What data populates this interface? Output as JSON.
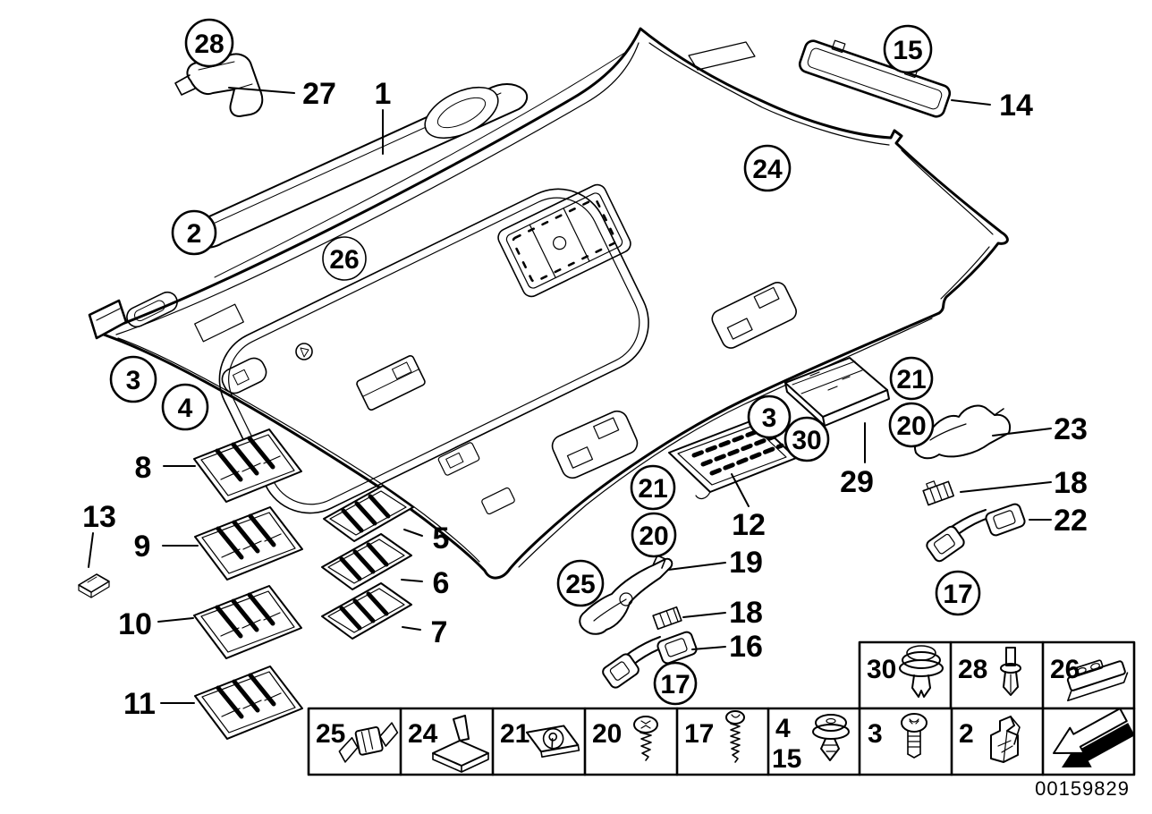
{
  "doc": {
    "kind": "vehicle-parts-exploded-diagram",
    "subject": "headlining / roof trim panel",
    "part_number": "00159829"
  },
  "colors": {
    "line": "#000000",
    "background": "#ffffff"
  },
  "callouts": {
    "circled": [
      {
        "label": "28"
      },
      {
        "label": "15"
      },
      {
        "label": "2"
      },
      {
        "label": "24"
      },
      {
        "label": "26"
      },
      {
        "label": "3"
      },
      {
        "label": "4"
      },
      {
        "label": "3"
      },
      {
        "label": "30"
      },
      {
        "label": "21"
      },
      {
        "label": "20"
      },
      {
        "label": "21"
      },
      {
        "label": "20"
      },
      {
        "label": "25"
      },
      {
        "label": "17"
      },
      {
        "label": "17"
      }
    ],
    "plain": [
      {
        "label": "27"
      },
      {
        "label": "1"
      },
      {
        "label": "14"
      },
      {
        "label": "8"
      },
      {
        "label": "13"
      },
      {
        "label": "9"
      },
      {
        "label": "5"
      },
      {
        "label": "6"
      },
      {
        "label": "10"
      },
      {
        "label": "7"
      },
      {
        "label": "11"
      },
      {
        "label": "12"
      },
      {
        "label": "19"
      },
      {
        "label": "18"
      },
      {
        "label": "16"
      },
      {
        "label": "29"
      },
      {
        "label": "23"
      },
      {
        "label": "18"
      },
      {
        "label": "22"
      }
    ]
  },
  "legend": {
    "top_row": [
      {
        "label": "30",
        "icon": "expanding-rivet-large"
      },
      {
        "label": "28",
        "icon": "blind-rivet"
      },
      {
        "label": "26",
        "icon": "mounting-rail"
      }
    ],
    "bottom_row": [
      {
        "label": "25",
        "icon": "cable-clip"
      },
      {
        "label": "24",
        "icon": "bracket-clip"
      },
      {
        "label": "21",
        "icon": "speed-nut"
      },
      {
        "label": "20",
        "icon": "tapping-screw"
      },
      {
        "label": "17",
        "icon": "long-screw"
      },
      {
        "label": "4",
        "label2": "15",
        "icon": "expanding-rivet"
      },
      {
        "label": "3",
        "icon": "pan-head-screw"
      },
      {
        "label": "2",
        "icon": "spring-clip"
      },
      {
        "label": "",
        "icon": "direction-arrow"
      }
    ]
  }
}
